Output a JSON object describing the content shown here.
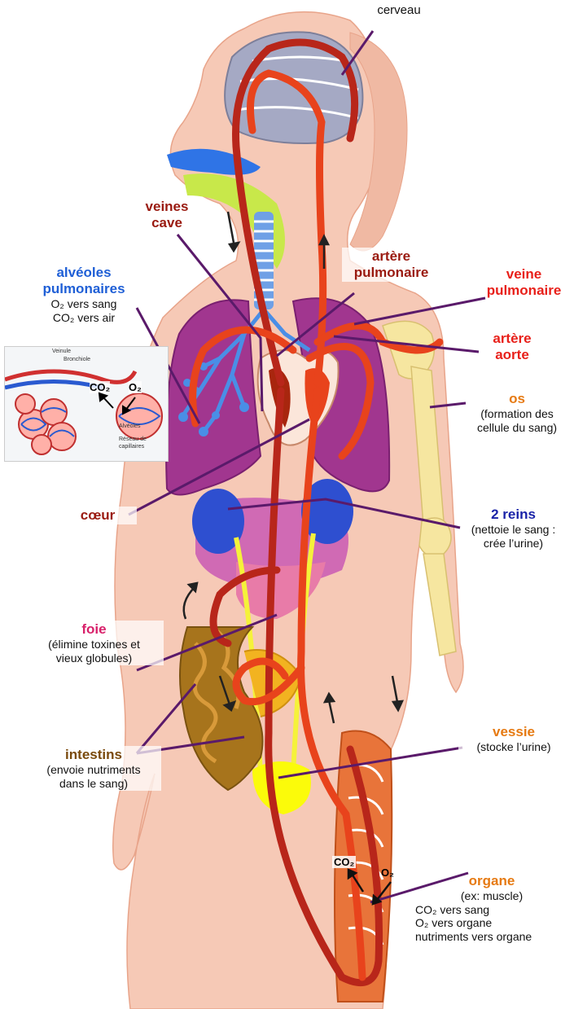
{
  "labels": {
    "brain": {
      "title": "cerveau"
    },
    "vena_cava": {
      "line1": "veines",
      "line2": "cave"
    },
    "pulmonary_artery": {
      "line1": "artère",
      "line2": "pulmonaire"
    },
    "pulmonary_vein": {
      "line1": "veine",
      "line2": "pulmonaire"
    },
    "aorta": {
      "line1": "artère",
      "line2": "aorte"
    },
    "alveoli": {
      "line1": "alvéoles",
      "line2": "pulmonaires",
      "desc1": "O₂ vers sang",
      "desc2": "CO₂ vers air"
    },
    "bone": {
      "title": "os",
      "desc1": "(formation des",
      "desc2": "cellule du sang)"
    },
    "heart": {
      "title": "cœur"
    },
    "kidneys": {
      "title": "2 reins",
      "desc1": "(nettoie le sang :",
      "desc2": "crée l’urine)"
    },
    "liver": {
      "title": "foie",
      "desc1": "(élimine toxines et",
      "desc2": "vieux globules)"
    },
    "intestines": {
      "title": "intestins",
      "desc1": "(envoie nutriments",
      "desc2": "dans le sang)"
    },
    "bladder": {
      "title": "vessie",
      "desc1": "(stocke l’urine)"
    },
    "organ": {
      "title": "organe",
      "desc1": "(ex: muscle)",
      "desc2": "CO₂ vers sang",
      "desc3": "O₂ vers organe",
      "desc4": "nutriments vers organe"
    }
  },
  "inset": {
    "co2": "CO₂",
    "o2": "O₂",
    "tiny": {
      "venule": "Veinule",
      "bronch": "Bronchiole",
      "alv": "Alvéoles",
      "net1": "Réseau de",
      "net2": "capillaires"
    }
  },
  "organ_gas": {
    "co2": "CO₂",
    "o2": "O₂"
  },
  "colors": {
    "artery": "#e8431c",
    "vein": "#b8261a",
    "leader": "#5a1a6a",
    "skin": "#f6c9b6",
    "lungs": "#a1368f",
    "title_dark_red": "#9a1a10",
    "title_red": "#e8201a",
    "title_blue": "#1f5fd6",
    "title_orange": "#e67a12",
    "title_navy": "#1a23a8",
    "title_pink": "#d8206a",
    "title_brown": "#7a4a0c"
  }
}
